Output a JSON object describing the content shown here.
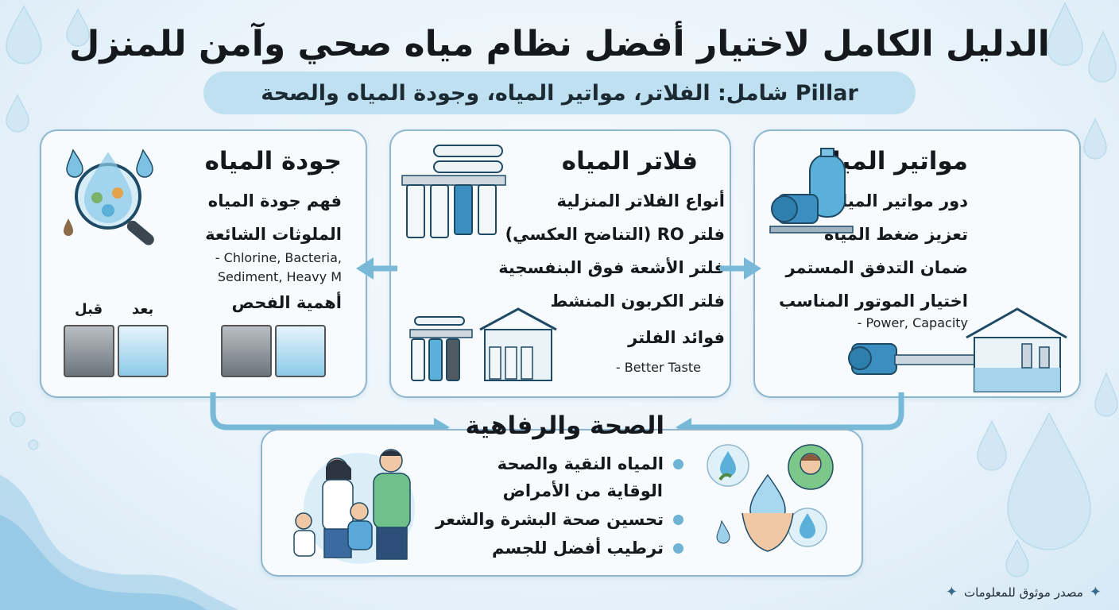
{
  "title": "الدليل الكامل لاختيار أفضل نظام مياه صحي وآمن للمنزل",
  "subtitle": "Pillar شامل: الفلاتر، مواتير المياه، وجودة المياه والصحة",
  "pumps": {
    "title": "مواتير المياه",
    "items": [
      "دور مواتير المياه",
      "تعزيز ضغط المياه",
      "ضمان التدفق المستمر",
      "اختيار الموتور المناسب"
    ],
    "note": "- Power, Capacity",
    "icons": [
      "pressure-tank-pump-icon",
      "house-pump-system-icon"
    ]
  },
  "filters": {
    "title": "فلاتر المياه",
    "items": [
      "أنواع الفلاتر المنزلية",
      "فلتر RO (التناضح العكسي)",
      "فلتر الأشعة فوق البنفسجية",
      "فلتر الكربون المنشط",
      "فوائد الفلتر"
    ],
    "note": "- Better Taste",
    "icons": [
      "ro-filter-system-icon",
      "under-sink-filter-house-icon"
    ]
  },
  "quality": {
    "title": "جودة المياه",
    "items": [
      "فهم جودة المياه",
      "الملوثات الشائعة",
      "أهمية الفحص"
    ],
    "note_line1": "- Chlorine, Bacteria,",
    "note_line2": "Sediment, Heavy M",
    "before_label": "قبل",
    "after_label": "بعد",
    "icons": [
      "magnifier-water-drop-icon"
    ]
  },
  "health": {
    "title": "الصحة والرفاهية",
    "items": [
      "المياه النقية والصحة",
      "الوقاية من الأمراض",
      "تحسين صحة البشرة والشعر",
      "ترطيب أفضل للجسم"
    ],
    "icons": [
      "family-drinking-water-icon",
      "hands-water-drop-icon",
      "woman-face-icon",
      "leaf-drop-icon",
      "sparkle-drop-icon"
    ]
  },
  "footer": {
    "text": "مصدر موثوق للمعلومات"
  },
  "colors": {
    "accent": "#6fb3d6",
    "card_border": "#8fb6cf",
    "pill": "#bfe0f0",
    "arrow": "#78b9d8"
  }
}
